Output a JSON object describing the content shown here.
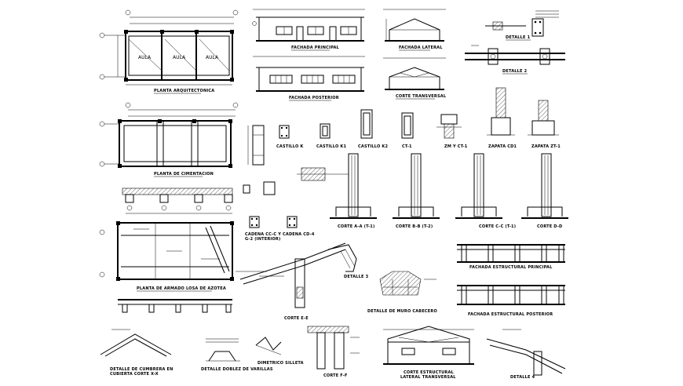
{
  "drawing": {
    "captions": {
      "planta_arq": "PLANTA ARQUITECTONICA",
      "fachada_principal": "FACHADA PRINCIPAL",
      "fachada_lateral": "FACHADA LATERAL",
      "detalle_1": "DETALLE 1",
      "detalle_2": "DETALLE 2",
      "fachada_posterior": "FACHADA POSTERIOR",
      "corte_transversal": "CORTE TRANSVERSAL",
      "planta_cimentacion": "PLANTA DE CIMENTACION",
      "castillo_k": "CASTILLO K",
      "castillo_k1": "CASTILLO K1",
      "castillo_k2": "CASTILLO K2",
      "ct1": "CT-1",
      "zm_ct1": "ZM Y CT-1",
      "zapata_cd1": "ZAPATA CD1",
      "zapata_zt1": "ZAPATA ZT-1",
      "corte_a": "CORTE A-A (T-1)",
      "corte_b": "CORTE B-B (T-2)",
      "corte_c": "CORTE C-C (T-1)",
      "corte_d": "CORTE D-D",
      "cadena_cc": "CADENA CC-C Y",
      "cadena_cc_sub": "G-2 (INTERIOR)",
      "cadena_cd": "CADENA CD-4",
      "fachada_estructural_1": "FACHADA ESTRUCTURAL PRINCIPAL",
      "fachada_estructural_2": "FACHADA ESTRUCTURAL POSTERIOR",
      "planta_losa": "PLANTA DE ARMADO LOSA DE AZOTEA",
      "corte_e": "CORTE E-E",
      "detalle_3": "DETALLE 3",
      "detalle_muro": "DETALLE DE MURO CABECERO",
      "detalle_cumbrera": "DETALLE DE CUMBRERA EN",
      "detalle_cumbrera_sub": "CUBIERTA CORTE X-X",
      "detalle_doblez": "DETALLE DOBLEZ DE VARILLAS",
      "dimetrico_silleta": "DIMETRICO SILLETA",
      "corte_f": "CORTE F-F",
      "corte_estructural": "CORTE ESTRUCTURAL",
      "corte_estructural_sub": "LATERAL TRANSVERSAL",
      "detalle_4": "DETALLE 4"
    },
    "rooms": [
      "AULA",
      "AULA",
      "AULA"
    ]
  }
}
